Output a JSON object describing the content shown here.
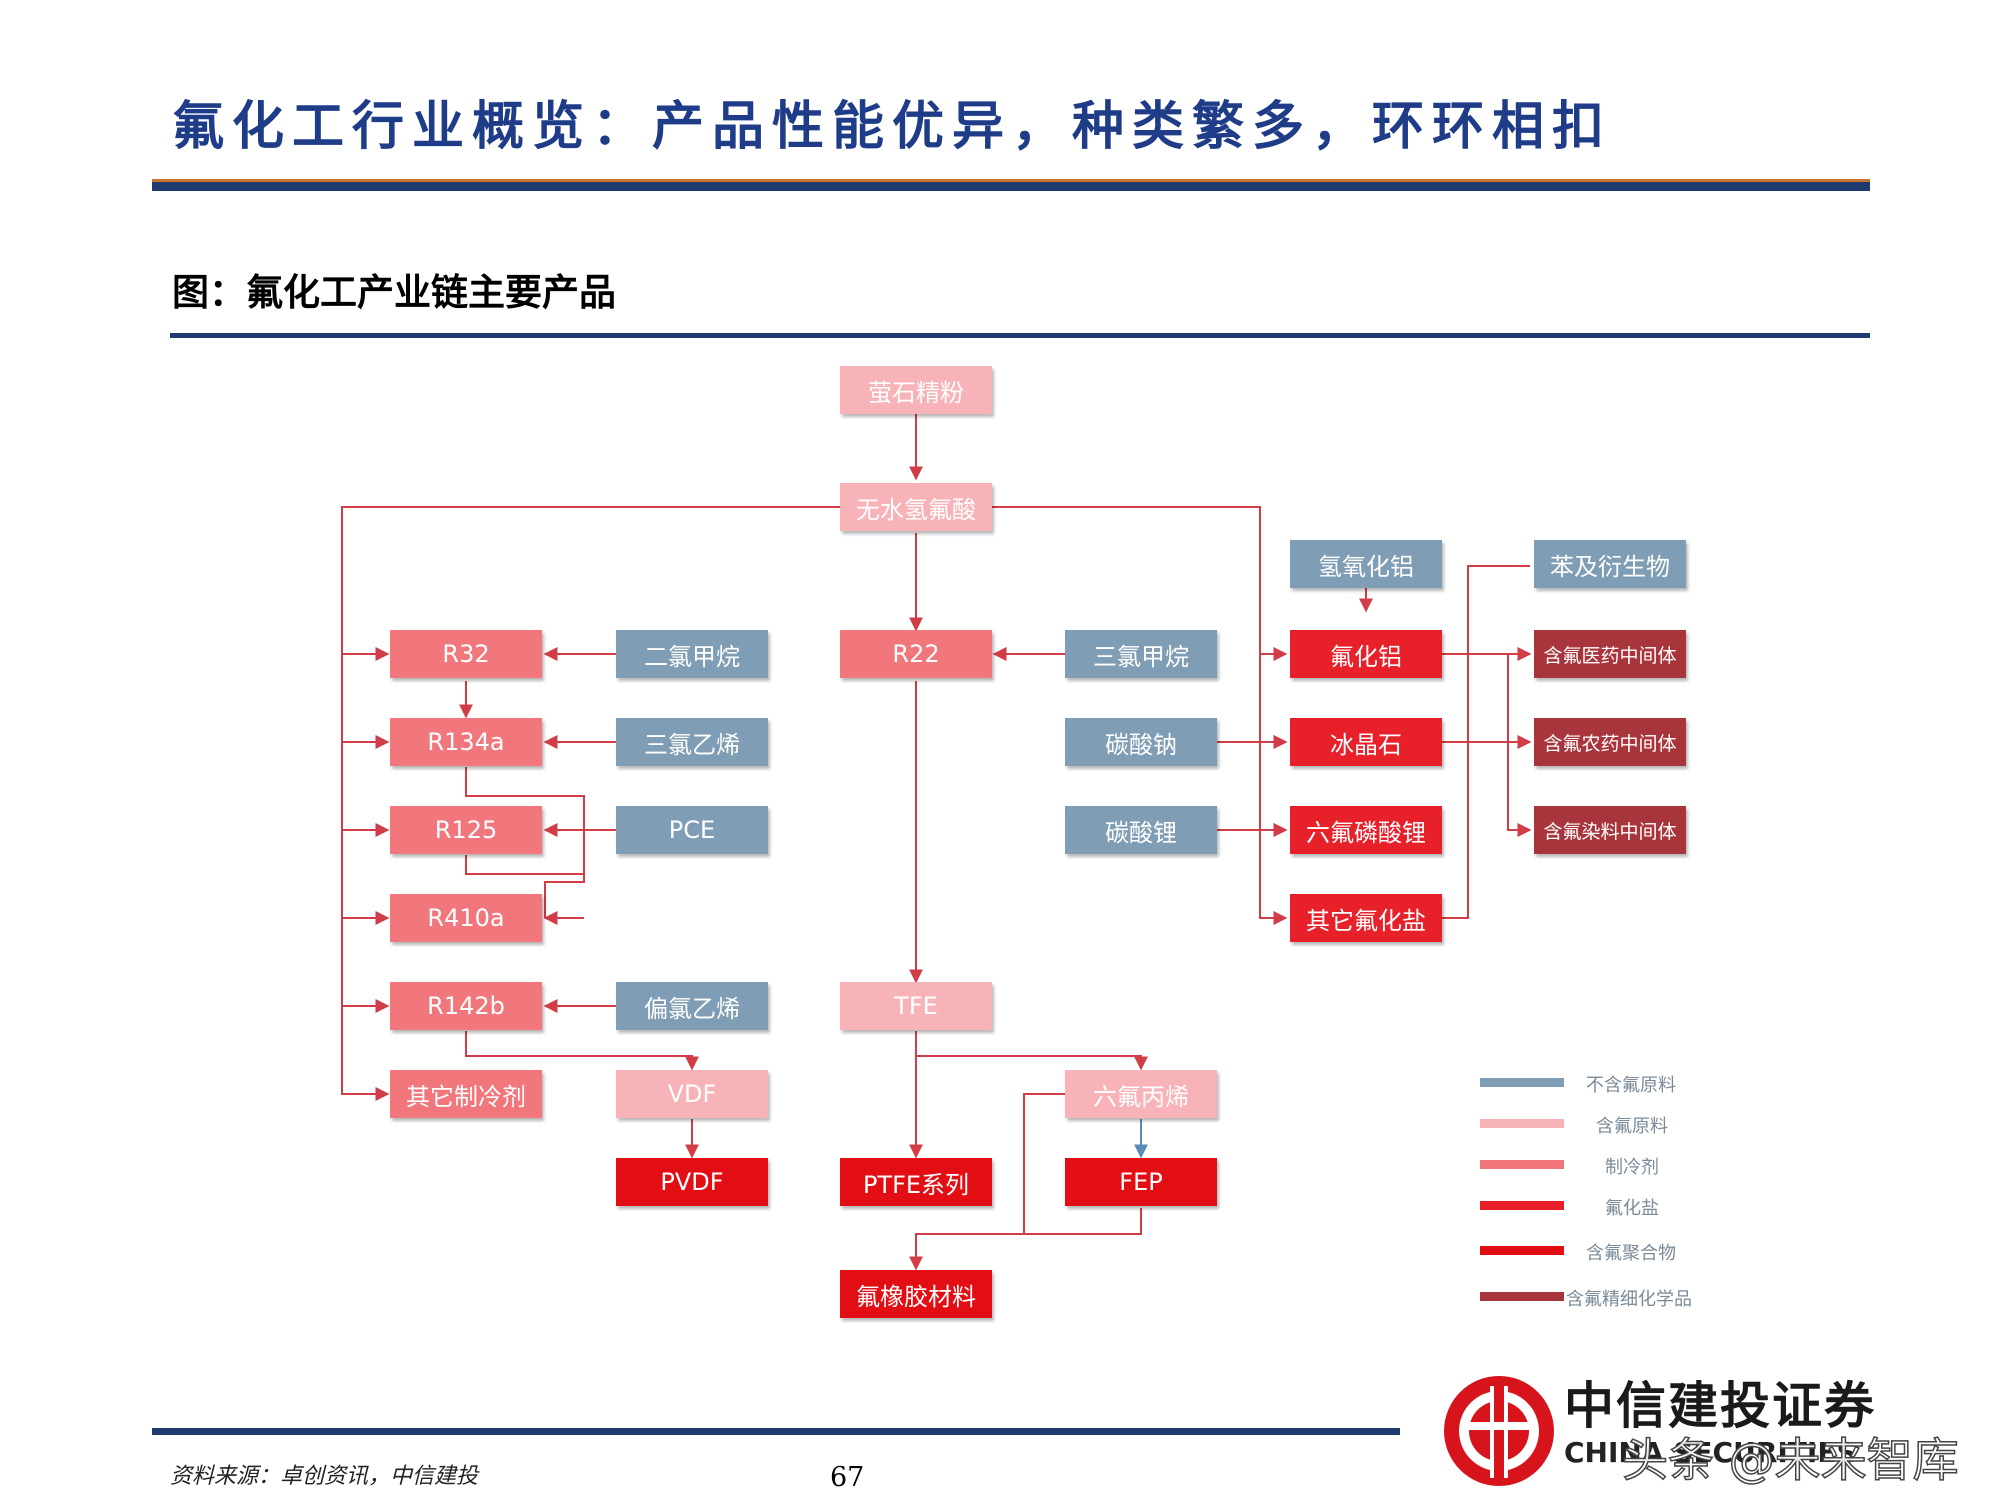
{
  "header": {
    "title": "氟化工行业概览：产品性能优异，种类繁多，环环相扣",
    "figure_caption": "图：氟化工产业链主要产品"
  },
  "diagram": {
    "nodes": {
      "fluorite": "萤石精粉",
      "ahf": "无水氢氟酸",
      "r32": "R32",
      "dichloromethane": "二氯甲烷",
      "r22": "R22",
      "chloroform": "三氯甲烷",
      "al_hydroxide": "氢氧化铝",
      "al_fluoride": "氟化铝",
      "benzene": "苯及衍生物",
      "pharma_int": "含氟医药中间体",
      "r134a": "R134a",
      "trichloroethylene": "三氯乙烯",
      "soda_ash": "碳酸钠",
      "cryolite": "冰晶石",
      "agro_int": "含氟农药中间体",
      "r125": "R125",
      "pce": "PCE",
      "li_carbonate": "碳酸锂",
      "lipf6": "六氟磷酸锂",
      "dye_int": "含氟染料中间体",
      "r410a": "R410a",
      "other_salts": "其它氟化盐",
      "r142b": "R142b",
      "vinylidene_chloride": "偏氯乙烯",
      "tfe": "TFE",
      "other_refrigerants": "其它制冷剂",
      "vdf": "VDF",
      "hfp": "六氟丙烯",
      "pvdf": "PVDF",
      "ptfe": "PTFE系列",
      "fep": "FEP",
      "fluororubber": "氟橡胶材料"
    },
    "legend": [
      {
        "label": "不含氟原料",
        "color": "#7f9db4"
      },
      {
        "label": "含氟原料",
        "color": "#f7b3b8"
      },
      {
        "label": "制冷剂",
        "color": "#f1777d"
      },
      {
        "label": "氟化盐",
        "color": "#e8202a"
      },
      {
        "label": "含氟聚合物",
        "color": "#e30d14"
      },
      {
        "label": "含氟精细化学品",
        "color": "#a8343c"
      }
    ],
    "colors": {
      "non_fluorine": "#7f9db4",
      "fluorine_raw": "#f7b3b8",
      "refrigerant": "#f1777d",
      "fluoride_salt": "#e8202a",
      "polymer": "#e30d14",
      "fine_chemical": "#a8343c",
      "line": "#d23c46"
    }
  },
  "footer": {
    "source": "资料来源：卓创资讯，中信建投",
    "page_number": "67",
    "logo_name": "中信建投证券",
    "logo_sub": "CHINA SECURITIES",
    "watermark": "头条 @未来智库"
  }
}
